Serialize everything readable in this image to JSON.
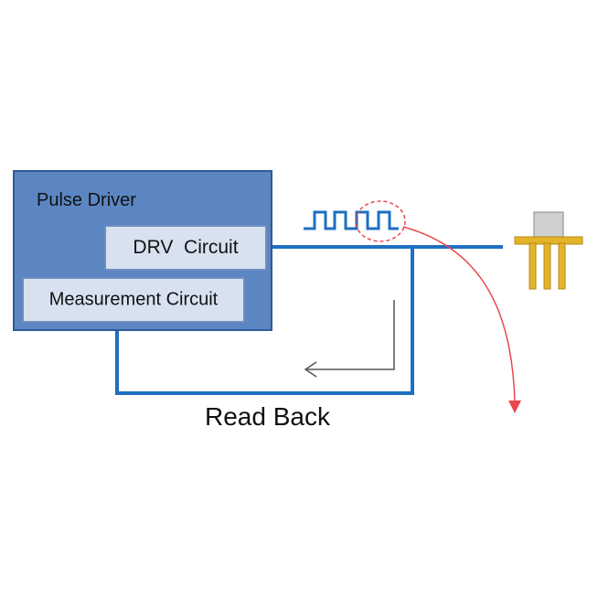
{
  "pulse_driver": {
    "label": "Pulse Driver"
  },
  "drv_circuit": {
    "label": "DRV  Circuit"
  },
  "measurement_circuit": {
    "label": "Measurement Circuit"
  },
  "read_back": {
    "label": "Read Back"
  },
  "colors": {
    "pulse_driver_fill": "#5b86c2",
    "sub_block_fill": "#d8e1f0",
    "wire": "#1f6fc2",
    "highlight": "#e8474c",
    "component_body": "#cfcfcf",
    "component_leads": "#e3b429"
  },
  "icons": {
    "component": "transistor-package-icon",
    "pulse": "square-wave-icon",
    "return_arrow": "arrow-left-icon"
  }
}
